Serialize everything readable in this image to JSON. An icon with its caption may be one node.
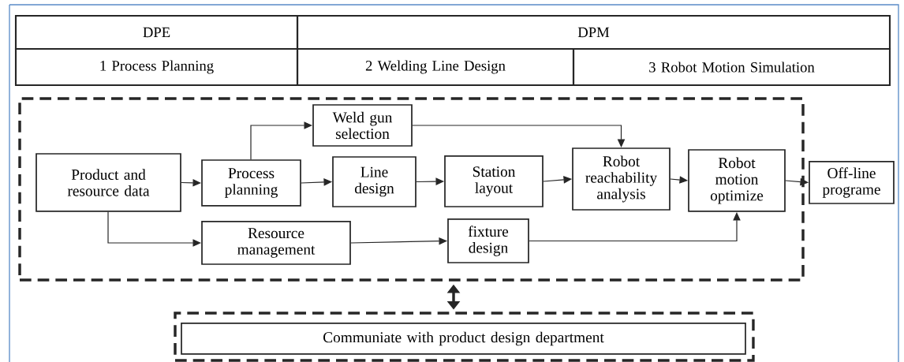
{
  "diagram": {
    "nodes": [
      {
        "text": [
          "DPE"
        ]
      },
      {
        "text": [
          "DPM"
        ]
      },
      {
        "text": [
          "1  Process Planning"
        ]
      },
      {
        "text": [
          "2  Welding Line Design"
        ]
      },
      {
        "text": [
          "3  Robot Motion Simulation"
        ]
      },
      {
        "text": [],
        "shape": "box"
      },
      {
        "text": [
          "Weld gun selection"
        ],
        "in": 5
      },
      {
        "text": [
          "Product and resource data"
        ],
        "in": 5
      },
      {
        "text": [
          "Process planning"
        ],
        "in": 5
      },
      {
        "text": [
          "Line design"
        ],
        "in": 5
      },
      {
        "text": [
          "Station layout"
        ],
        "in": 5
      },
      {
        "text": [
          "Robot reachability analysis"
        ],
        "in": 5
      },
      {
        "text": [
          "Robot motion optimize"
        ],
        "in": 5
      },
      {
        "text": [
          "Off-line programe"
        ]
      },
      {
        "text": [
          "Resource management"
        ],
        "in": 5
      },
      {
        "text": [
          "fixture design"
        ],
        "in": 5
      },
      {
        "text": [],
        "shape": "box"
      },
      {
        "text": [
          "Communiate with product design department"
        ],
        "in": 16
      }
    ],
    "edges": [
      {
        "from": 7,
        "to": 8,
        "arrow": "to"
      },
      {
        "from": 8,
        "to": 6,
        "arrow": "to"
      },
      {
        "from": 8,
        "to": 9,
        "arrow": "to"
      },
      {
        "from": 9,
        "to": 10,
        "arrow": "to"
      },
      {
        "from": 10,
        "to": 11,
        "arrow": "to"
      },
      {
        "from": 6,
        "to": 11,
        "arrow": "to"
      },
      {
        "from": 11,
        "to": 12,
        "arrow": "to"
      },
      {
        "from": 12,
        "to": 13,
        "arrow": "to"
      },
      {
        "from": 7,
        "to": 14,
        "arrow": "to"
      },
      {
        "from": 14,
        "to": 15,
        "arrow": "to"
      },
      {
        "from": 15,
        "to": 12,
        "arrow": "to"
      },
      {
        "from": 5,
        "to": 16,
        "arrow": "both",
        "style": "thick"
      }
    ]
  }
}
